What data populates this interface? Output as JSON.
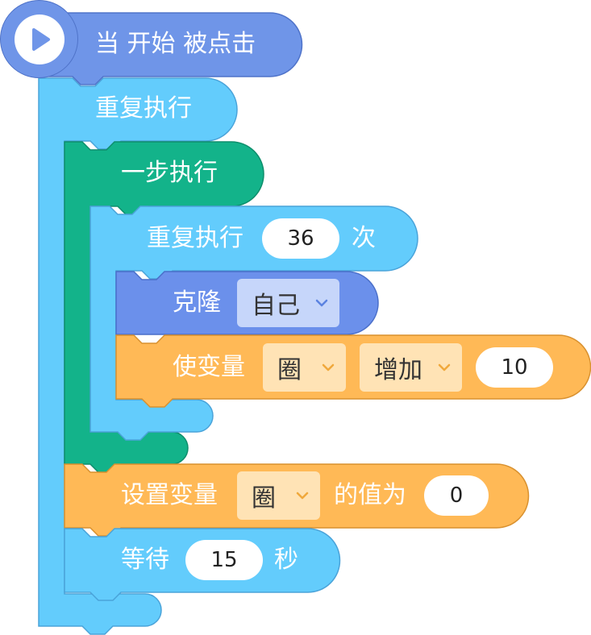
{
  "colors": {
    "events": "#6F95E8",
    "events_border": "#4F73C9",
    "control": "#63CCFC",
    "control_border": "#4AA3D9",
    "motion": "#13B38A",
    "motion_border": "#0E8E6C",
    "clone": "#6B90EB",
    "clone_border": "#4A6FC9",
    "variables": "#FFB956",
    "variables_border": "#D9912F"
  },
  "blocks": {
    "hat": {
      "icon": "play-icon",
      "label": "当 开始 被点击"
    },
    "forever": {
      "label": "重复执行"
    },
    "step": {
      "label": "一步执行"
    },
    "repeat": {
      "label": "重复执行",
      "times": "36",
      "suffix": "次"
    },
    "clone": {
      "label": "克隆",
      "target": "自己"
    },
    "change_var": {
      "label": "使变量",
      "variable": "圈",
      "operation": "增加",
      "value": "10"
    },
    "set_var": {
      "label": "设置变量",
      "variable": "圈",
      "middle": "的值为",
      "value": "0"
    },
    "wait": {
      "label": "等待",
      "seconds": "15",
      "suffix": "秒"
    }
  }
}
